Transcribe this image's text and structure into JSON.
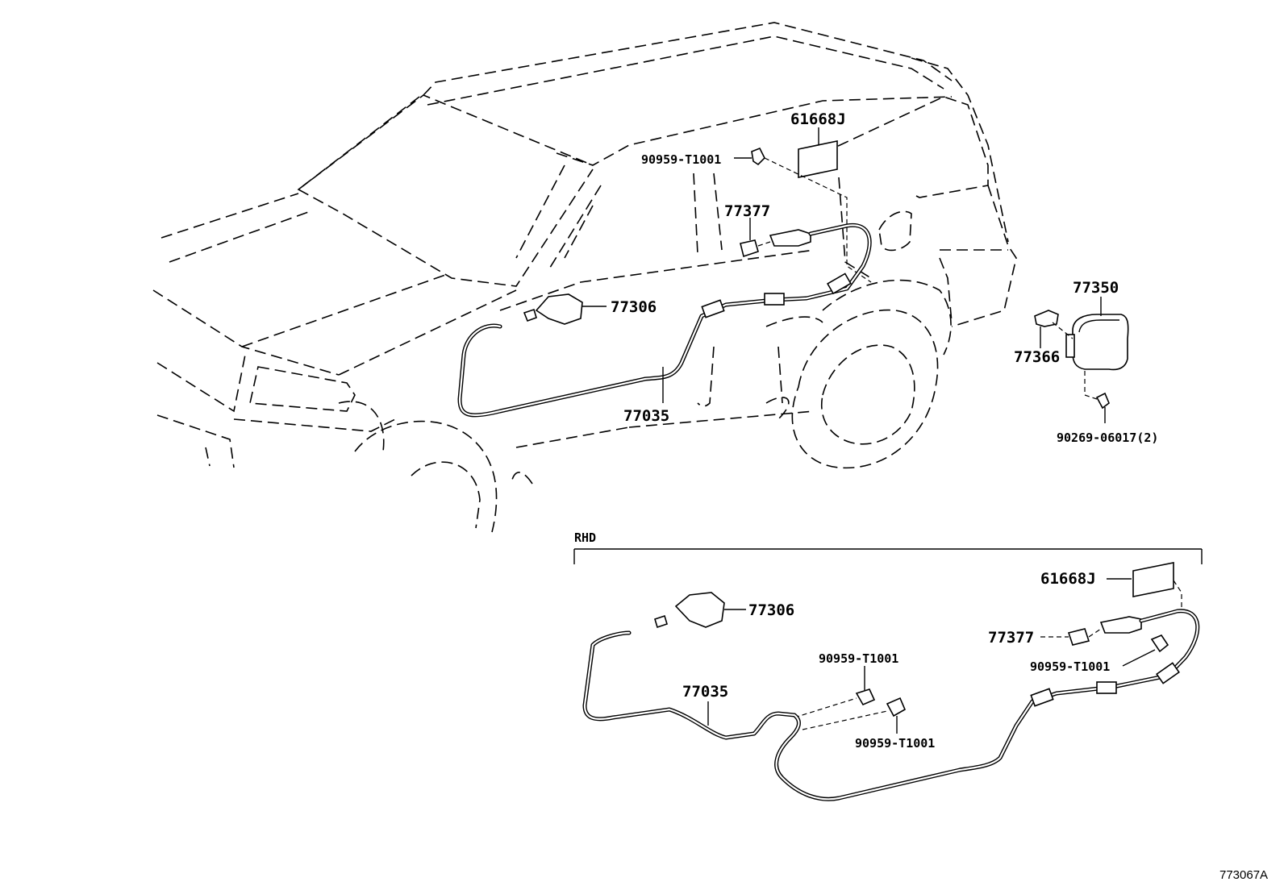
{
  "labels": {
    "upper": {
      "label_61668J": "61668J",
      "label_90959_T1001": "90959-T1001",
      "label_77377": "77377",
      "label_77306": "77306",
      "label_77035": "77035",
      "label_77350": "77350",
      "label_77366": "77366",
      "label_90269_06017": "90269-06017(2)"
    },
    "rhd": {
      "section_title": "RHD",
      "label_61668J": "61668J",
      "label_77306": "77306",
      "label_77377": "77377",
      "label_90959_T1001_right": "90959-T1001",
      "label_90959_T1001_upper": "90959-T1001",
      "label_90959_T1001_lower": "90959-T1001",
      "label_77035": "77035"
    },
    "diagram_code": "773067A"
  }
}
